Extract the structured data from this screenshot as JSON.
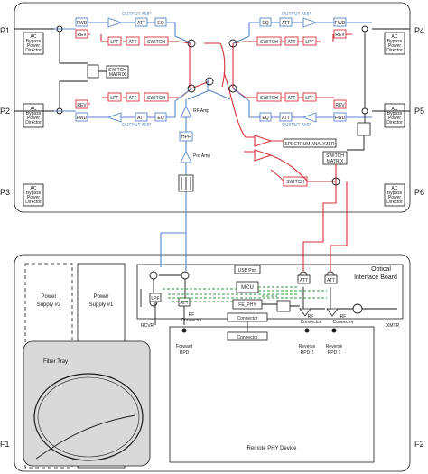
{
  "ports": {
    "p1": "P1",
    "p2": "P2",
    "p3": "P3",
    "p4": "P4",
    "p5": "P5",
    "p6": "P6",
    "f1": "F1",
    "f2": "F2"
  },
  "ac_bypass": {
    "line1": "AC",
    "line2": "Bypass",
    "line3": "Power",
    "line4": "Director"
  },
  "blocks": {
    "output_amp": "OUTPUT AMP",
    "fwd": "FWD",
    "rev": "REV",
    "eq": "EQ",
    "lpf": "LPF",
    "att": "ATT",
    "switch": "SWITCH",
    "switch_matrix_l1": "SWITCH",
    "switch_matrix_l2": "MATRIX",
    "hpf": "HPF",
    "rf_amp": "RF Amp",
    "pre_amp": "Pre Amp",
    "spectrum_analyzer": "SPECTRUM ANALYZER"
  },
  "lower": {
    "power_supply_2_l1": "Power",
    "power_supply_2_l2": "Supply #2",
    "power_supply_1_l1": "Power",
    "power_supply_1_l2": "Supply #1",
    "fiber_tray": "Fiber Tray",
    "optical_board_l1": "Optical",
    "optical_board_l2": "Interface Board",
    "usb_port": "USB Port",
    "mcu": "MCU",
    "fe_phy": "FE_PHY",
    "connector": "Connector",
    "rcvr": "RCVR",
    "xmtr": "XMTR",
    "lpf": "LPF",
    "att": "ATT",
    "rf_connector_l1": "RF",
    "rf_connector_l2": "Connector",
    "forward_rpd_l1": "Forward",
    "forward_rpd_l2": "RPD",
    "reverse_rpd2_l1": "Reverse",
    "reverse_rpd2_l2": "RPD 2",
    "reverse_rpd1_l1": "Reverse",
    "reverse_rpd1_l2": "RPD 1",
    "remote_phy_device": "Remote PHY Device"
  },
  "colors": {
    "forward_path": "#5b86c5",
    "reverse_path": "#d6313a",
    "control": "#2f9a3c",
    "fiber_tray_fill": "#d9d9d9"
  }
}
